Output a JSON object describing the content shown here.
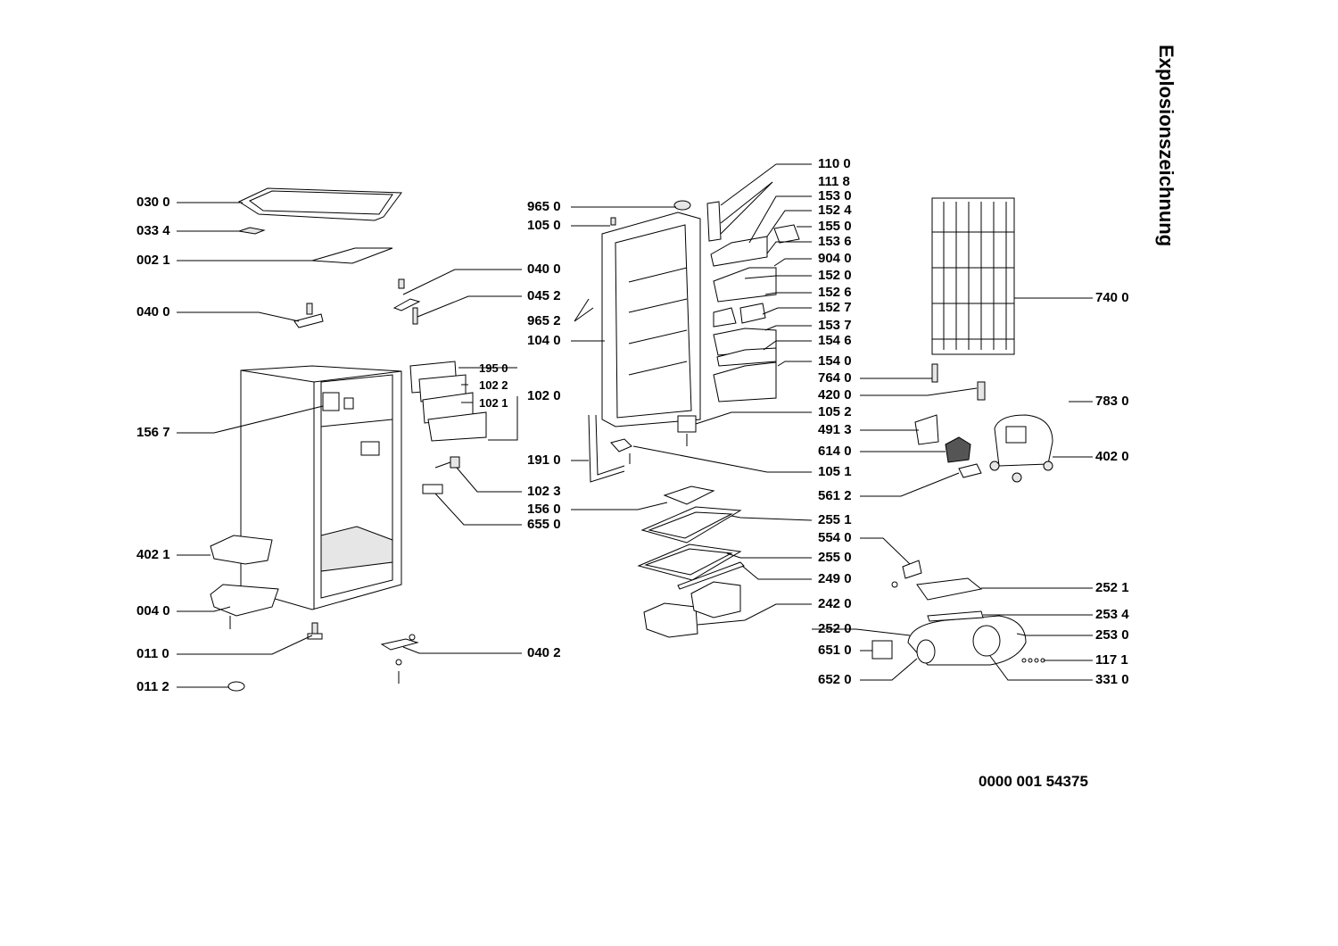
{
  "title": "Explosionszeichnung",
  "document_number": "0000 001 54375",
  "labels": {
    "l0300": "030 0",
    "l0334": "033 4",
    "l0021": "002 1",
    "l0400a": "040 0",
    "l1567": "156 7",
    "l4021": "402 1",
    "l0040": "004 0",
    "l0110": "011 0",
    "l0112": "011 2",
    "l0400b": "040 0",
    "l0452": "045 2",
    "l1950": "195 0",
    "l1022": "102 2",
    "l1021": "102 1",
    "l1023": "102 3",
    "l6550": "655 0",
    "l0402": "040 2",
    "l9650": "965 0",
    "l1050": "105 0",
    "l9652": "965 2",
    "l1040": "104 0",
    "l1020": "102 0",
    "l1910": "191 0",
    "l1560": "156 0",
    "l1100": "110 0",
    "l1118": "111 8",
    "l1530": "153 0",
    "l1524": "152 4",
    "l1550": "155 0",
    "l1536": "153 6",
    "l9040": "904 0",
    "l1520": "152 0",
    "l1526": "152 6",
    "l1527": "152 7",
    "l1537": "153 7",
    "l1546": "154 6",
    "l1540": "154 0",
    "l7640": "764 0",
    "l4200": "420 0",
    "l1052": "105 2",
    "l4913": "491 3",
    "l6140": "614 0",
    "l1051": "105 1",
    "l5612": "561 2",
    "l2551": "255 1",
    "l5540": "554 0",
    "l2550": "255 0",
    "l2490": "249 0",
    "l2420": "242 0",
    "l2520": "252 0",
    "l6510": "651 0",
    "l6520": "652 0",
    "l7400": "740 0",
    "l7830": "783 0",
    "l4020": "402 0",
    "l2521": "252 1",
    "l2534": "253 4",
    "l2530": "253 0",
    "l1171": "117 1",
    "l3310": "331 0"
  }
}
